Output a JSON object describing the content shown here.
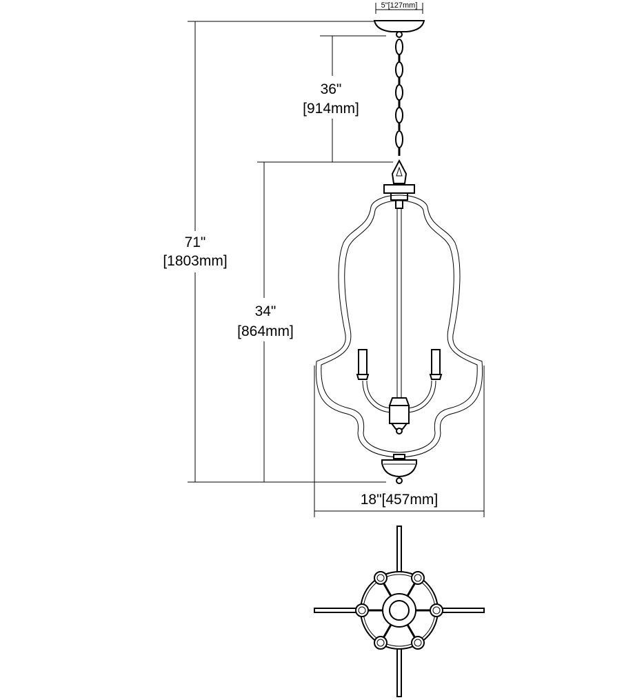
{
  "dimensions": {
    "canopy_width": "5\"[127mm]",
    "chain_length_in": "36\"",
    "chain_length_mm": "[914mm]",
    "overall_height_in": "71\"",
    "overall_height_mm": "[1803mm]",
    "body_height_in": "34\"",
    "body_height_mm": "[864mm]",
    "body_width": "18\"[457mm]"
  }
}
